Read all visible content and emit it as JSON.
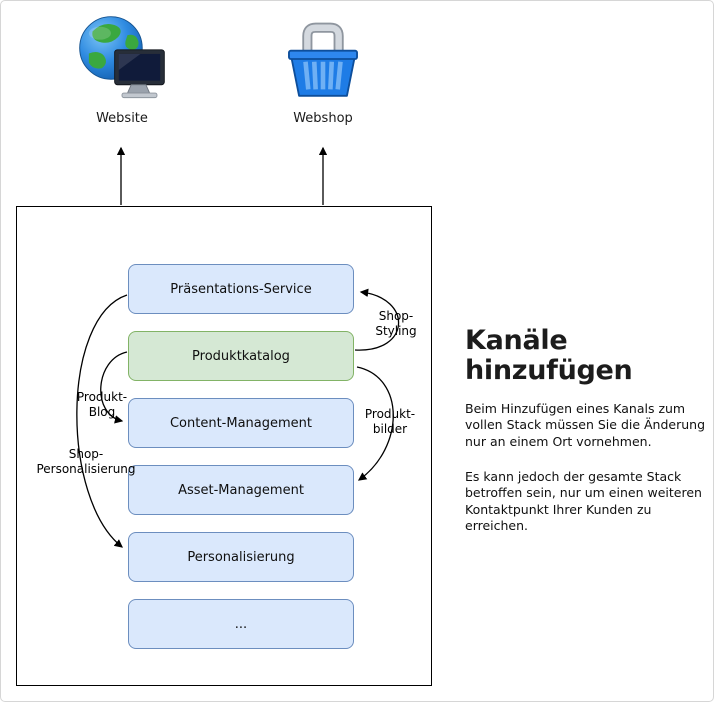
{
  "channels": [
    {
      "label": "Website",
      "icon": "globe-monitor-icon"
    },
    {
      "label": "Webshop",
      "icon": "shopping-basket-icon"
    }
  ],
  "stack": {
    "items": [
      {
        "label": "Präsentations-Service",
        "variant": "blue"
      },
      {
        "label": "Produktkatalog",
        "variant": "green"
      },
      {
        "label": "Content-Management",
        "variant": "blue"
      },
      {
        "label": "Asset-Management",
        "variant": "blue"
      },
      {
        "label": "Personalisierung",
        "variant": "blue"
      },
      {
        "label": "...",
        "variant": "blue"
      }
    ]
  },
  "edge_labels": {
    "shop_styling": "Shop-\nStyling",
    "produkt_blog": "Produkt-\nBlog",
    "produkt_bilder": "Produkt-\nbilder",
    "shop_personalisierung": "Shop-\nPersonalisierung"
  },
  "aside": {
    "title": "Kanäle hinzufügen",
    "paragraph1": "Beim Hinzufügen eines Kanals zum vollen Stack müssen Sie die Änderung nur an einem Ort vornehmen.",
    "paragraph2": "Es kann jedoch der gesamte Stack betroffen sein, nur um einen weiteren Kontaktpunkt Ihrer Kunden zu erreichen."
  },
  "colors": {
    "box_blue_fill": "#dae8fc",
    "box_blue_border": "#6c8ebf",
    "box_green_fill": "#d5e8d4",
    "box_green_border": "#82b366",
    "arrow": "#000000"
  }
}
